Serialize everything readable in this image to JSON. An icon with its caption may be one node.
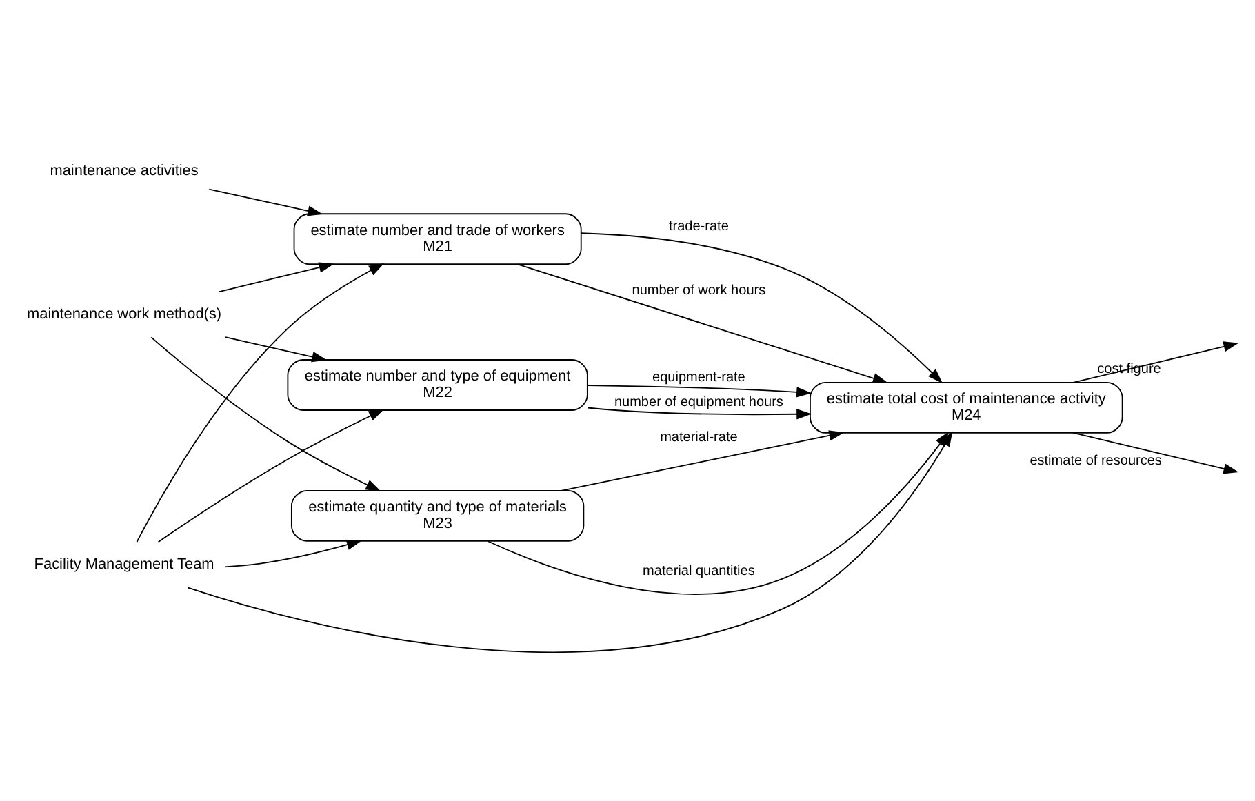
{
  "diagram": {
    "nodes": [
      {
        "text": [
          "estimate number and trade of workers",
          "M21"
        ]
      },
      {
        "text": [
          "estimate number and type of equipment",
          "M22"
        ]
      },
      {
        "text": [
          "estimate quantity and type of materials",
          "M23"
        ]
      },
      {
        "text": [
          "estimate total cost of maintenance activity",
          "M24"
        ]
      },
      {
        "text": [
          "maintenance activities"
        ]
      },
      {
        "text": [
          "maintenance work method(s)"
        ]
      },
      {
        "text": [
          "Facility Management Team"
        ]
      }
    ],
    "edges": [
      {
        "from": 4,
        "to": 0,
        "arrow": "to"
      },
      {
        "from": 5,
        "to": 0,
        "arrow": "to"
      },
      {
        "from": 5,
        "to": 1,
        "arrow": "to"
      },
      {
        "from": 5,
        "to": 2,
        "arrow": "to"
      },
      {
        "from": 6,
        "to": 0,
        "arrow": "to"
      },
      {
        "from": 6,
        "to": 1,
        "arrow": "to"
      },
      {
        "from": 6,
        "to": 2,
        "arrow": "to"
      },
      {
        "from": 6,
        "to": 3,
        "arrow": "to"
      },
      {
        "from": 0,
        "to": 3,
        "arrow": "to",
        "label": "number of work hours"
      },
      {
        "from": 0,
        "to": 3,
        "arrow": "to",
        "label": "trade-rate"
      },
      {
        "from": 1,
        "to": 3,
        "arrow": "to",
        "label": "number of equipment hours"
      },
      {
        "from": 1,
        "to": 3,
        "arrow": "to",
        "label": "equipment-rate"
      },
      {
        "from": 2,
        "to": 3,
        "arrow": "to",
        "label": "material quantities"
      },
      {
        "from": 2,
        "to": 3,
        "arrow": "to",
        "label": "material-rate"
      },
      {
        "from": 3,
        "to": null,
        "arrow": "to",
        "label": "cost figure"
      },
      {
        "from": 3,
        "to": null,
        "arrow": "to",
        "label": "estimate of resources"
      }
    ]
  }
}
